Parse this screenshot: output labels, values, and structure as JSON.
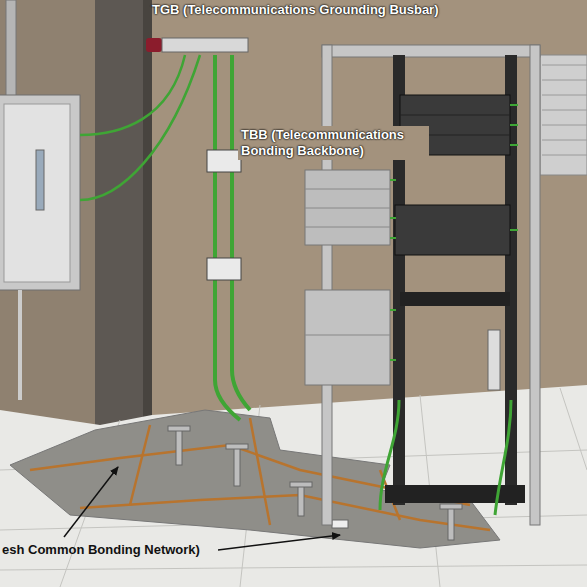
{
  "diagram": {
    "labels": [
      "TGB (Telecommunications Grounding Busbar)",
      "TBB (Telecommunications Bonding Backbone)",
      "esh Common Bonding Network)"
    ]
  }
}
